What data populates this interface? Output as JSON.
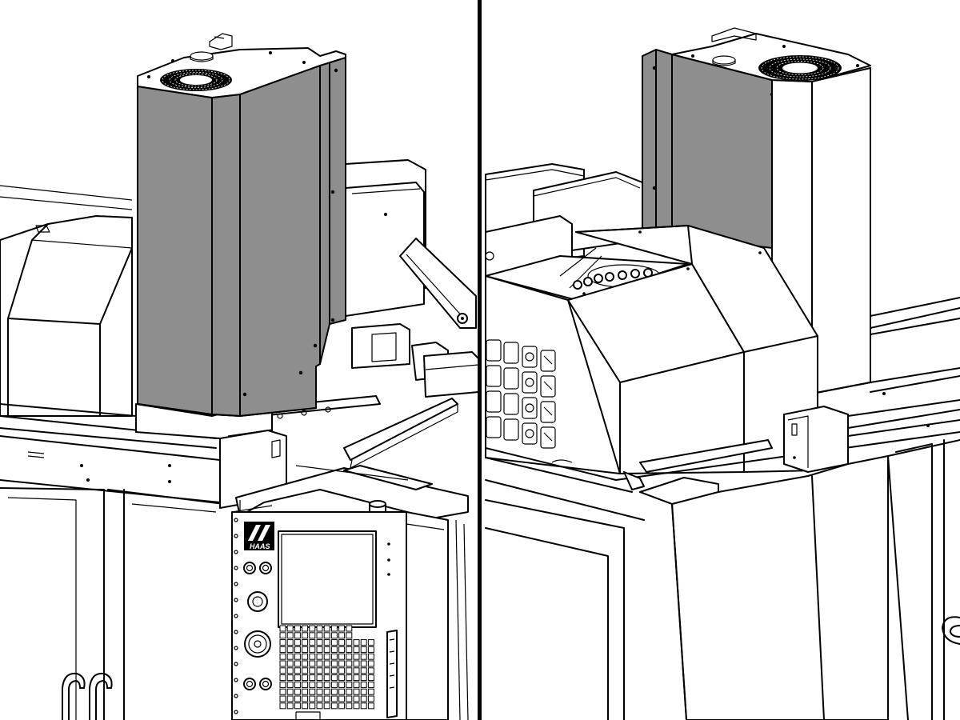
{
  "colors": {
    "panel_shade": "#8e8e8e",
    "line": "#000000",
    "background": "#ffffff"
  },
  "panels": [
    {
      "id": "left",
      "view": "left"
    },
    {
      "id": "right",
      "view": "right"
    }
  ],
  "control_pendant": {
    "logo_text": "HAAS"
  }
}
